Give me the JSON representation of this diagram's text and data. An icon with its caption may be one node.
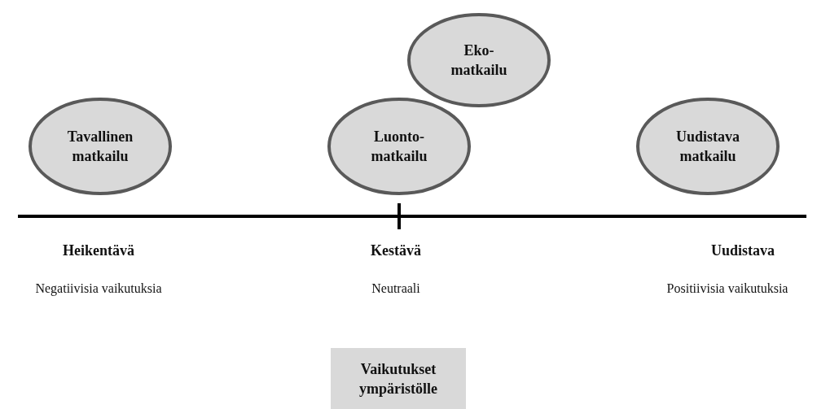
{
  "diagram": {
    "nodes": [
      {
        "text": [
          "Tavallinen matkailu"
        ]
      },
      {
        "text": [
          "Luonto- matkailu"
        ]
      },
      {
        "text": [
          "Eko- matkailu"
        ]
      },
      {
        "text": [
          "Uudistava matkailu"
        ]
      },
      {
        "text": [
          "Vaikutukset ympäristölle"
        ]
      }
    ],
    "labels": [
      "Heikentävä",
      "Negatiivisia vaikutuksia",
      "Kestävä",
      "Neutraali",
      "Uudistava",
      "Positiivisia vaikutuksia"
    ]
  }
}
